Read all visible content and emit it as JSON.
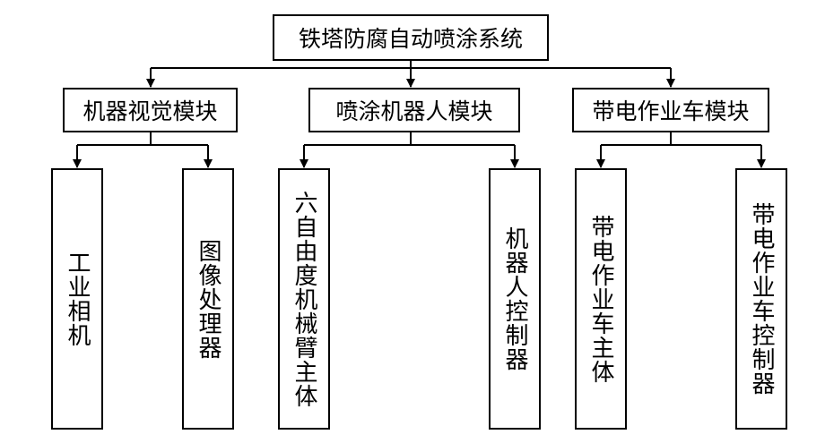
{
  "root": {
    "label": "铁塔防腐自动喷涂系统"
  },
  "modules": [
    {
      "label": "机器视觉模块"
    },
    {
      "label": "喷涂机器人模块"
    },
    {
      "label": "带电作业车模块"
    }
  ],
  "components": [
    {
      "label": "工业相机"
    },
    {
      "label": "图像处理器"
    },
    {
      "label": "六自由度机械臂主体"
    },
    {
      "label": "机器人控制器"
    },
    {
      "label": "带电作业车主体"
    },
    {
      "label": "带电作业车控制器"
    }
  ]
}
